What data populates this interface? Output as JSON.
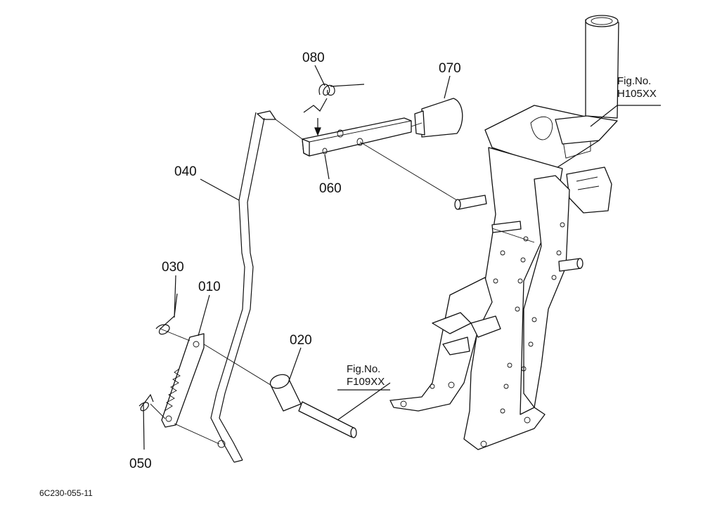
{
  "parts": {
    "p010": "010",
    "p020": "020",
    "p030": "030",
    "p040": "040",
    "p050": "050",
    "p060": "060",
    "p070": "070",
    "p080": "080"
  },
  "figure_refs": {
    "frame_line1": "Fig.No.",
    "frame_line2": "H105XX",
    "shaft_line1": "Fig.No.",
    "shaft_line2": "F109XX"
  },
  "drawing_code": "6C230-055-11"
}
